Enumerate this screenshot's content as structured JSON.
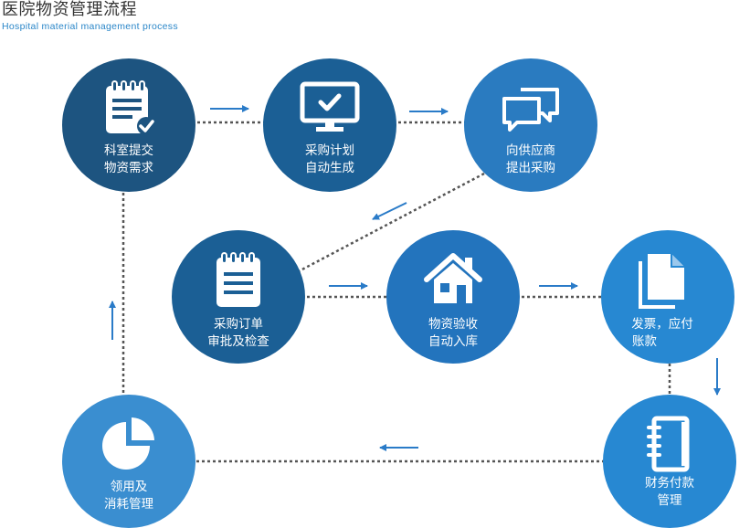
{
  "header": {
    "title": "医院物资管理流程",
    "subtitle": "Hospital material management process"
  },
  "nodes": {
    "n1": {
      "line1": "科室提交",
      "line2": "物资需求",
      "icon": "clipboard-check-icon",
      "color": "#1d5480"
    },
    "n2": {
      "line1": "采购计划",
      "line2": "自动生成",
      "icon": "monitor-check-icon",
      "color": "#1b5f95"
    },
    "n3": {
      "line1": "向供应商",
      "line2": "提出采购",
      "icon": "chat-bubbles-icon",
      "color": "#2a7bc0"
    },
    "n4": {
      "line1": "采购订单",
      "line2": "审批及检查",
      "icon": "clipboard-list-icon",
      "color": "#1b5f95"
    },
    "n5": {
      "line1": "物资验收",
      "line2": "自动入库",
      "icon": "house-icon",
      "color": "#2374bd"
    },
    "n6": {
      "line1": "发票，应付",
      "line2": "账款",
      "icon": "documents-icon",
      "color": "#2788d2"
    },
    "n7": {
      "line1": "财务付款",
      "line2": "管理",
      "icon": "notebook-icon",
      "color": "#2788d2"
    },
    "n8": {
      "line1": "领用及",
      "line2": "消耗管理",
      "icon": "pie-chart-icon",
      "color": "#3a8ed0"
    }
  },
  "colors": {
    "connector": "#555555",
    "arrow": "#2a7bc8",
    "subtitle": "#2a86c8"
  }
}
